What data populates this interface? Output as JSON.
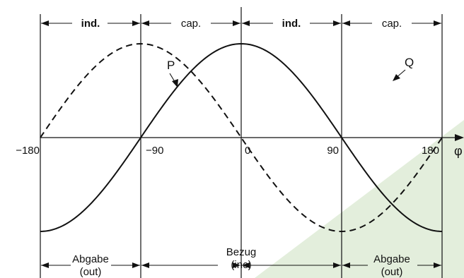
{
  "colors": {
    "background": "#ffffff",
    "curve": "#111111",
    "watermark": "#e3eedc"
  },
  "axis": {
    "ticks": [
      "−180",
      "−90",
      "0",
      "90",
      "180"
    ],
    "x_symbol": "φ"
  },
  "curves": {
    "p_label": "P",
    "q_label": "Q"
  },
  "top_regions": [
    {
      "label": "ind."
    },
    {
      "label": "cap."
    },
    {
      "label": "ind."
    },
    {
      "label": "cap."
    }
  ],
  "bottom_regions": [
    {
      "line1": "Abgabe",
      "line2": "(out)"
    },
    {
      "line1": "Bezug",
      "line2": "(inc)"
    },
    {
      "line1": "Abgabe",
      "line2": "(out)"
    }
  ]
}
